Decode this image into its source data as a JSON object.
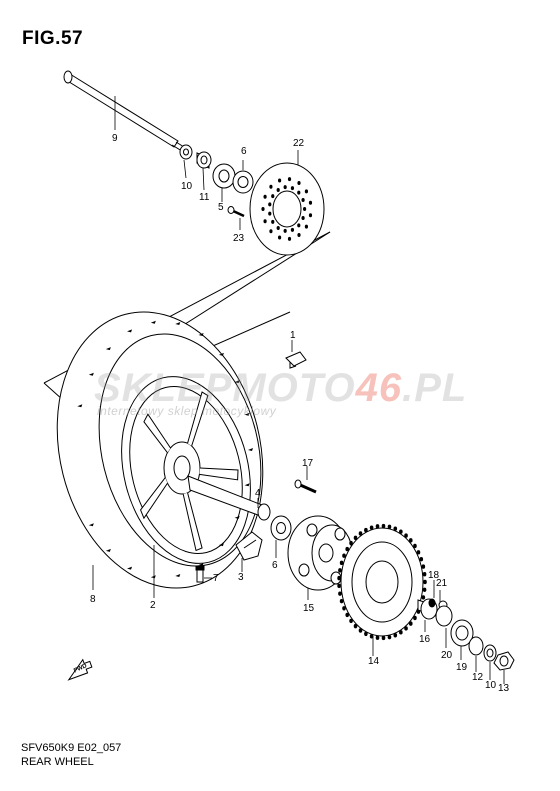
{
  "figure": {
    "title": "FIG.57"
  },
  "footer": {
    "code": "SFV650K9 E02_057",
    "name": "REAR WHEEL"
  },
  "watermark": {
    "text_a": "SKLEPMOTO",
    "text_b": "46",
    "text_c": ".PL",
    "subtitle": "internetowy sklep motocyklowy"
  },
  "fwd_badge": "FWD",
  "parts": [
    {
      "id": "9"
    },
    {
      "id": "10"
    },
    {
      "id": "11"
    },
    {
      "id": "6"
    },
    {
      "id": "5"
    },
    {
      "id": "22"
    },
    {
      "id": "23"
    },
    {
      "id": "1"
    },
    {
      "id": "17"
    },
    {
      "id": "4"
    },
    {
      "id": "6"
    },
    {
      "id": "3"
    },
    {
      "id": "7"
    },
    {
      "id": "8"
    },
    {
      "id": "2"
    },
    {
      "id": "15"
    },
    {
      "id": "14"
    },
    {
      "id": "18"
    },
    {
      "id": "21"
    },
    {
      "id": "16"
    },
    {
      "id": "20"
    },
    {
      "id": "19"
    },
    {
      "id": "12"
    },
    {
      "id": "10"
    },
    {
      "id": "13"
    }
  ]
}
